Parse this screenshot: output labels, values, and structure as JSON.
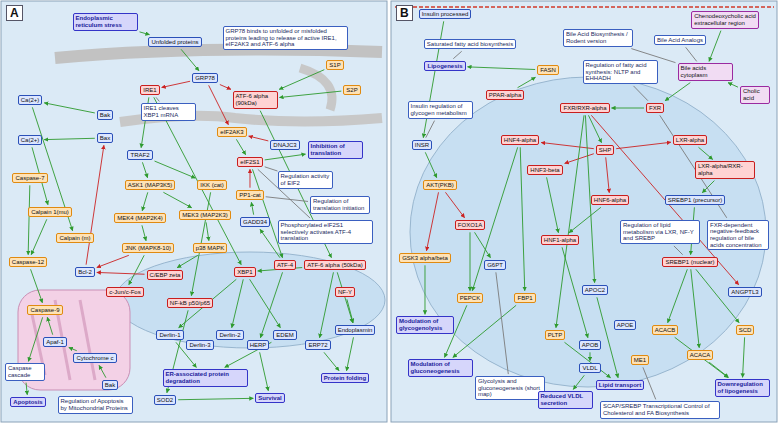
{
  "diagram": {
    "nodes": [
      {
        "text": [
          "Endoplasmic reticulum stress"
        ]
      },
      {
        "text": [
          "Unfolded proteins"
        ]
      },
      {
        "text": [
          "GRP78 binds to unfolded or misfolded proteins leading to release of active IRE1, eIF2AK3 and ATF-6 alpha"
        ]
      },
      {
        "text": [
          "GRP78"
        ]
      },
      {
        "text": [
          "IRE1"
        ]
      },
      {
        "text": [
          "IRE1 cleaves XBP1 mRNA"
        ]
      },
      {
        "text": [
          "ATF-6 alpha (90kDa)"
        ]
      },
      {
        "text": [
          "S1P"
        ]
      },
      {
        "text": [
          "S2P"
        ]
      },
      {
        "text": [
          "eIF2AK3"
        ]
      },
      {
        "text": [
          "DNAJC3"
        ]
      },
      {
        "text": [
          "eIF2S1"
        ]
      },
      {
        "text": [
          "Inhibition of translation"
        ]
      },
      {
        "text": [
          "Regulation activity of EIF2"
        ]
      },
      {
        "text": [
          "PP1-cat"
        ]
      },
      {
        "text": [
          "Regulation of translation initiation"
        ]
      },
      {
        "text": [
          "Phosphorylated eIF2S1 selectively activates ATF-4 translation"
        ]
      },
      {
        "text": [
          "GADD34"
        ]
      },
      {
        "text": [
          "Ca(2+)"
        ]
      },
      {
        "text": [
          "Ca(2+)"
        ]
      },
      {
        "text": [
          "Caspase-7"
        ]
      },
      {
        "text": [
          "Bak"
        ]
      },
      {
        "text": [
          "Bax"
        ]
      },
      {
        "text": [
          "TRAF2"
        ]
      },
      {
        "text": [
          "ASK1 (MAP3K5)"
        ]
      },
      {
        "text": [
          "IKK (cat)"
        ]
      },
      {
        "text": [
          "Calpain 1(mu)"
        ]
      },
      {
        "text": [
          "Calpain (m)"
        ]
      },
      {
        "text": [
          "MEK4 (MAP2K4)"
        ]
      },
      {
        "text": [
          "MEK3 (MAP2K3)"
        ]
      },
      {
        "text": [
          "JNK (MAPK8-10)"
        ]
      },
      {
        "text": [
          "p38 MAPK"
        ]
      },
      {
        "text": [
          "Bcl-2"
        ]
      },
      {
        "text": [
          "Caspase-12"
        ]
      },
      {
        "text": [
          "C/EBP zeta"
        ]
      },
      {
        "text": [
          "c-Jun/c-Fos"
        ]
      },
      {
        "text": [
          "NF-kB p50/p65"
        ]
      },
      {
        "text": [
          "XBP1"
        ]
      },
      {
        "text": [
          "ATF-4"
        ]
      },
      {
        "text": [
          "ATF-6 alpha (50kDa)"
        ]
      },
      {
        "text": [
          "NF-Y"
        ]
      },
      {
        "text": [
          "Derlin-1"
        ]
      },
      {
        "text": [
          "Derlin-3"
        ]
      },
      {
        "text": [
          "Derlin-2"
        ]
      },
      {
        "text": [
          "HERP"
        ]
      },
      {
        "text": [
          "EDEM"
        ]
      },
      {
        "text": [
          "ERP72"
        ]
      },
      {
        "text": [
          "Endoplasmin"
        ]
      },
      {
        "text": [
          "ER-associated protein degradation"
        ]
      },
      {
        "text": [
          "Survival"
        ]
      },
      {
        "text": [
          "Protein folding"
        ]
      },
      {
        "text": [
          "Caspase-9"
        ]
      },
      {
        "text": [
          "Apaf-1"
        ]
      },
      {
        "text": [
          "Cytochrome c"
        ]
      },
      {
        "text": [
          "Bak"
        ]
      },
      {
        "text": [
          "Caspase cascade"
        ]
      },
      {
        "text": [
          "Apoptosis"
        ]
      },
      {
        "text": [
          "Regulation of Apoptosis by Mitochondrial Proteins"
        ]
      },
      {
        "text": [
          "SOD2"
        ]
      },
      {
        "text": [
          "Insulin processed"
        ]
      },
      {
        "text": [
          "Chenodeoxycholic acid",
          "extracellular region"
        ]
      },
      {
        "text": [
          "Saturated fatty acid biosynthesis"
        ]
      },
      {
        "text": [
          "Lipogenesis"
        ]
      },
      {
        "text": [
          "Bile Acid Biosynthesis / Rodent version"
        ]
      },
      {
        "text": [
          "Bile Acid Analogs"
        ]
      },
      {
        "text": [
          "FASN"
        ]
      },
      {
        "text": [
          "Bile acids cytoplasm"
        ]
      },
      {
        "text": [
          "Cholic acid"
        ]
      },
      {
        "text": [
          "PPAR-alpha"
        ]
      },
      {
        "text": [
          "Regulation of fatty acid synthesis: NLTP and EHHADH"
        ]
      },
      {
        "text": [
          "FXR/RXR-alpha"
        ]
      },
      {
        "text": [
          "FXR"
        ]
      },
      {
        "text": [
          "Insulin regulation of glycogen metabolism"
        ]
      },
      {
        "text": [
          "INSR"
        ]
      },
      {
        "text": [
          "HNF4-alpha"
        ]
      },
      {
        "text": [
          "HNF3-beta"
        ]
      },
      {
        "text": [
          "SHP"
        ]
      },
      {
        "text": [
          "LXR-alpha"
        ]
      },
      {
        "text": [
          "LXR-alpha/RXR-alpha"
        ]
      },
      {
        "text": [
          "AKT(PKB)"
        ]
      },
      {
        "text": [
          "FOXO1A"
        ]
      },
      {
        "text": [
          "HNF6-alpha"
        ]
      },
      {
        "text": [
          "SREBP1 (precursor)"
        ]
      },
      {
        "text": [
          "FXR-dependent negative-feedback regulation of bile acids concentration"
        ]
      },
      {
        "text": [
          "HNF1-alpha"
        ]
      },
      {
        "text": [
          "Regulation of lipid metabolism via LXR, NF-Y and SREBP"
        ]
      },
      {
        "text": [
          "SREBP1 (nuclear)"
        ]
      },
      {
        "text": [
          "GSK3 alpha/beta"
        ]
      },
      {
        "text": [
          "G6PT"
        ]
      },
      {
        "text": [
          "PEPCK"
        ]
      },
      {
        "text": [
          "FBP1"
        ]
      },
      {
        "text": [
          "PLTP"
        ]
      },
      {
        "text": [
          "APOC2"
        ]
      },
      {
        "text": [
          "APOB"
        ]
      },
      {
        "text": [
          "APOE"
        ]
      },
      {
        "text": [
          "VLDL"
        ]
      },
      {
        "text": [
          "ANGPTL3"
        ]
      },
      {
        "text": [
          "ACACB"
        ]
      },
      {
        "text": [
          "ACACA"
        ]
      },
      {
        "text": [
          "SCD"
        ]
      },
      {
        "text": [
          "ME1"
        ]
      },
      {
        "text": [
          "Modulation of glycogenolysis"
        ]
      },
      {
        "text": [
          "Modulation of gluconeogenesis"
        ]
      },
      {
        "text": [
          "Glycolysis and gluconeogenesis (short map)"
        ]
      },
      {
        "text": [
          "Reduced VLDL secretion"
        ]
      },
      {
        "text": [
          "Lipid transport"
        ]
      },
      {
        "text": [
          "SCAP/SREBP Transcriptional Control of Cholesterol and FA Biosynthesis"
        ]
      },
      {
        "text": [
          "Downregulation of lipogenesis"
        ]
      }
    ],
    "edges": [
      {
        "from": 0,
        "to": 1,
        "arrow": "to"
      },
      {
        "from": 1,
        "to": 3,
        "arrow": "to"
      },
      {
        "from": 3,
        "to": 4,
        "arrow": "to"
      },
      {
        "from": 3,
        "to": 6,
        "arrow": "to"
      },
      {
        "from": 3,
        "to": 9,
        "arrow": "to"
      },
      {
        "from": 7,
        "to": 6,
        "arrow": "to"
      },
      {
        "from": 8,
        "to": 6,
        "arrow": "to"
      },
      {
        "from": 6,
        "to": 39,
        "arrow": "to"
      },
      {
        "from": 4,
        "to": 5,
        "arrow": "none"
      },
      {
        "from": 4,
        "to": 23,
        "arrow": "to"
      },
      {
        "from": 4,
        "to": 37,
        "arrow": "to"
      },
      {
        "from": 23,
        "to": 24,
        "arrow": "to"
      },
      {
        "from": 23,
        "to": 25,
        "arrow": "to"
      },
      {
        "from": 24,
        "to": 28,
        "arrow": "to"
      },
      {
        "from": 24,
        "to": 29,
        "arrow": "to"
      },
      {
        "from": 28,
        "to": 30,
        "arrow": "to"
      },
      {
        "from": 29,
        "to": 31,
        "arrow": "to"
      },
      {
        "from": 30,
        "to": 35,
        "arrow": "to"
      },
      {
        "from": 31,
        "to": 34,
        "arrow": "to"
      },
      {
        "from": 25,
        "to": 36,
        "arrow": "to"
      },
      {
        "from": 30,
        "to": 32,
        "arrow": "to"
      },
      {
        "from": 21,
        "to": 18,
        "arrow": "to"
      },
      {
        "from": 22,
        "to": 19,
        "arrow": "to"
      },
      {
        "from": 18,
        "to": 27,
        "arrow": "to"
      },
      {
        "from": 19,
        "to": 26,
        "arrow": "to"
      },
      {
        "from": 26,
        "to": 33,
        "arrow": "to"
      },
      {
        "from": 33,
        "to": 51,
        "arrow": "to"
      },
      {
        "from": 52,
        "to": 51,
        "arrow": "to"
      },
      {
        "from": 53,
        "to": 52,
        "arrow": "to"
      },
      {
        "from": 54,
        "to": 53,
        "arrow": "to"
      },
      {
        "from": 51,
        "to": 55,
        "arrow": "to"
      },
      {
        "from": 55,
        "to": 56,
        "arrow": "to"
      },
      {
        "from": 9,
        "to": 11,
        "arrow": "to"
      },
      {
        "from": 10,
        "to": 9,
        "arrow": "to"
      },
      {
        "from": 11,
        "to": 12,
        "arrow": "to"
      },
      {
        "from": 11,
        "to": 38,
        "arrow": "to"
      },
      {
        "from": 14,
        "to": 11,
        "arrow": "to"
      },
      {
        "from": 17,
        "to": 14,
        "arrow": "to"
      },
      {
        "from": 38,
        "to": 17,
        "arrow": "to"
      },
      {
        "from": 11,
        "to": 16,
        "arrow": "none"
      },
      {
        "from": 11,
        "to": 13,
        "arrow": "none"
      },
      {
        "from": 14,
        "to": 15,
        "arrow": "none"
      },
      {
        "from": 37,
        "to": 41,
        "arrow": "to"
      },
      {
        "from": 37,
        "to": 43,
        "arrow": "to"
      },
      {
        "from": 37,
        "to": 45,
        "arrow": "to"
      },
      {
        "from": 39,
        "to": 46,
        "arrow": "to"
      },
      {
        "from": 39,
        "to": 47,
        "arrow": "to"
      },
      {
        "from": 38,
        "to": 44,
        "arrow": "to"
      },
      {
        "from": 39,
        "to": 37,
        "arrow": "to"
      },
      {
        "from": 40,
        "to": 47,
        "arrow": "to"
      },
      {
        "from": 41,
        "to": 48,
        "arrow": "to"
      },
      {
        "from": 45,
        "to": 48,
        "arrow": "to"
      },
      {
        "from": 46,
        "to": 50,
        "arrow": "to"
      },
      {
        "from": 47,
        "to": 50,
        "arrow": "to"
      },
      {
        "from": 44,
        "to": 49,
        "arrow": "to"
      },
      {
        "from": 36,
        "to": 58,
        "arrow": "to"
      },
      {
        "from": 58,
        "to": 49,
        "arrow": "to"
      },
      {
        "from": 34,
        "to": 32,
        "arrow": "to"
      },
      {
        "from": 32,
        "to": 22,
        "arrow": "to"
      },
      {
        "from": 20,
        "to": 33,
        "arrow": "to"
      },
      {
        "from": 59,
        "to": 73,
        "arrow": "to"
      },
      {
        "from": 73,
        "to": 79,
        "arrow": "to"
      },
      {
        "from": 79,
        "to": 87,
        "arrow": "to"
      },
      {
        "from": 79,
        "to": 80,
        "arrow": "to"
      },
      {
        "from": 87,
        "to": 101,
        "arrow": "to"
      },
      {
        "from": 80,
        "to": 89,
        "arrow": "to"
      },
      {
        "from": 80,
        "to": 88,
        "arrow": "to"
      },
      {
        "from": 89,
        "to": 102,
        "arrow": "to"
      },
      {
        "from": 90,
        "to": 102,
        "arrow": "to"
      },
      {
        "from": 88,
        "to": 103,
        "arrow": "none"
      },
      {
        "from": 60,
        "to": 66,
        "arrow": "to"
      },
      {
        "from": 67,
        "to": 66,
        "arrow": "to"
      },
      {
        "from": 66,
        "to": 71,
        "arrow": "to"
      },
      {
        "from": 71,
        "to": 70,
        "arrow": "to"
      },
      {
        "from": 70,
        "to": 76,
        "arrow": "to"
      },
      {
        "from": 76,
        "to": 74,
        "arrow": "to"
      },
      {
        "from": 76,
        "to": 77,
        "arrow": "to"
      },
      {
        "from": 76,
        "to": 81,
        "arrow": "to"
      },
      {
        "from": 76,
        "to": 75,
        "arrow": "to"
      },
      {
        "from": 74,
        "to": 90,
        "arrow": "to"
      },
      {
        "from": 74,
        "to": 89,
        "arrow": "to"
      },
      {
        "from": 77,
        "to": 78,
        "arrow": "to"
      },
      {
        "from": 78,
        "to": 82,
        "arrow": "to"
      },
      {
        "from": 82,
        "to": 86,
        "arrow": "to"
      },
      {
        "from": 86,
        "to": 97,
        "arrow": "to"
      },
      {
        "from": 86,
        "to": 98,
        "arrow": "to"
      },
      {
        "from": 86,
        "to": 99,
        "arrow": "to"
      },
      {
        "from": 65,
        "to": 62,
        "arrow": "to"
      },
      {
        "from": 68,
        "to": 65,
        "arrow": "to"
      },
      {
        "from": 70,
        "to": 92,
        "arrow": "to"
      },
      {
        "from": 70,
        "to": 96,
        "arrow": "to"
      },
      {
        "from": 70,
        "to": 91,
        "arrow": "to"
      },
      {
        "from": 92,
        "to": 105,
        "arrow": "to"
      },
      {
        "from": 91,
        "to": 105,
        "arrow": "to"
      },
      {
        "from": 84,
        "to": 93,
        "arrow": "to"
      },
      {
        "from": 93,
        "to": 95,
        "arrow": "to"
      },
      {
        "from": 95,
        "to": 104,
        "arrow": "to"
      },
      {
        "from": 97,
        "to": 107,
        "arrow": "to"
      },
      {
        "from": 99,
        "to": 107,
        "arrow": "to"
      },
      {
        "from": 100,
        "to": 106,
        "arrow": "none"
      },
      {
        "from": 71,
        "to": 83,
        "arrow": "none"
      },
      {
        "from": 86,
        "to": 85,
        "arrow": "none"
      },
      {
        "from": 73,
        "to": 72,
        "arrow": "none"
      },
      {
        "from": 71,
        "to": 69,
        "arrow": "none"
      },
      {
        "from": 63,
        "to": 66,
        "arrow": "none"
      },
      {
        "from": 64,
        "to": 66,
        "arrow": "none"
      },
      {
        "from": 81,
        "to": 84,
        "arrow": "to"
      },
      {
        "from": 75,
        "to": 84,
        "arrow": "to"
      },
      {
        "from": 98,
        "to": 107,
        "arrow": "to"
      },
      {
        "from": 61,
        "to": 62,
        "arrow": "none"
      }
    ],
    "labels": [
      "A",
      "B"
    ]
  }
}
